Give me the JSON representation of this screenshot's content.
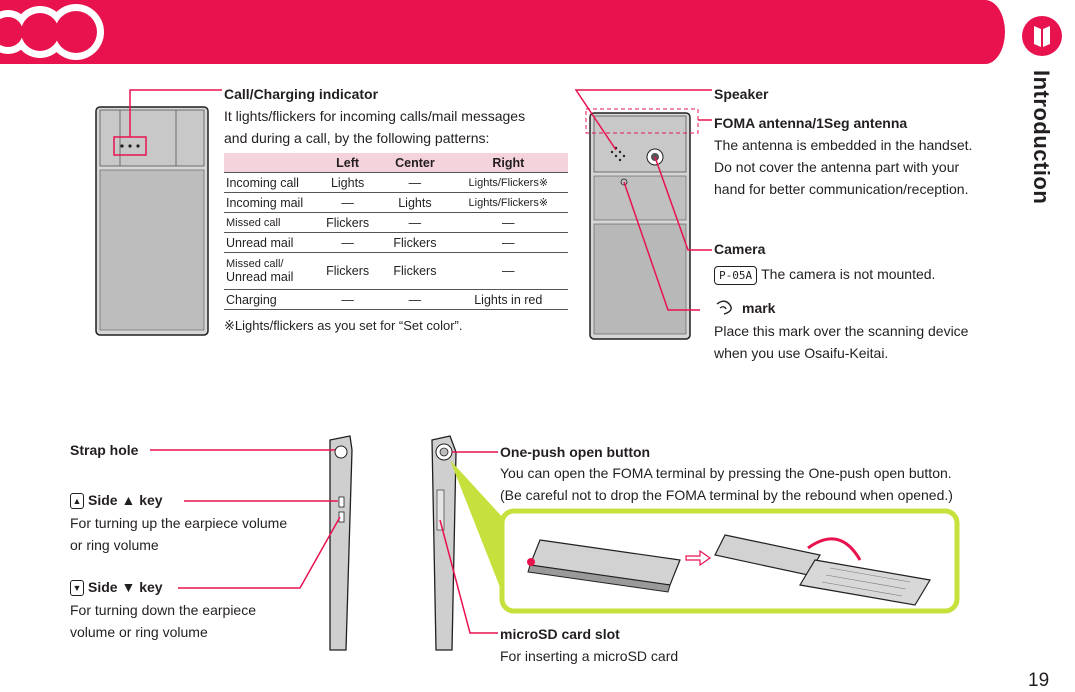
{
  "sidebar": {
    "section": "Introduction"
  },
  "page_number": "19",
  "call_indicator": {
    "title": "Call/Charging indicator",
    "desc_line1": "It lights/flickers for incoming calls/mail messages",
    "desc_line2": "and during a call, by the following patterns:",
    "table": {
      "headers": [
        "Left",
        "Center",
        "Right"
      ],
      "rows": [
        [
          "Incoming call",
          "Lights",
          "—",
          "Lights/Flickers※"
        ],
        [
          "Incoming mail",
          "—",
          "Lights",
          "Lights/Flickers※"
        ],
        [
          "Missed call",
          "Flickers",
          "—",
          "—"
        ],
        [
          "Unread mail",
          "—",
          "Flickers",
          "—"
        ],
        [
          "Missed call/",
          "Unread mail",
          "Flickers",
          "Flickers",
          "—"
        ],
        [
          "Charging",
          "—",
          "—",
          "Lights in red"
        ]
      ]
    },
    "footnote": "※Lights/flickers as you set  for “Set color”."
  },
  "speaker": {
    "title": "Speaker"
  },
  "antenna": {
    "title": "FOMA antenna/1Seg antenna",
    "lines": [
      "The antenna is embedded in the handset.",
      "Do not cover the antenna part with your",
      "hand for better communication/reception."
    ]
  },
  "camera": {
    "title": "Camera",
    "model": "P-05A",
    "desc": "The camera is not mounted."
  },
  "felica": {
    "title": "mark",
    "lines": [
      "Place this mark over the scanning device",
      "when you use Osaifu-Keitai."
    ]
  },
  "strap": {
    "title": "Strap hole"
  },
  "side_up": {
    "title": "Side ▲ key",
    "lines": [
      "For turning up the earpiece volume",
      "or ring volume"
    ]
  },
  "side_down": {
    "title": "Side ▼ key",
    "lines": [
      "For turning down the earpiece",
      "volume or ring volume"
    ]
  },
  "one_push": {
    "title": "One-push open button",
    "lines": [
      "You can open the FOMA terminal by pressing the One-push open button.",
      "(Be careful not to drop the FOMA terminal by the rebound when opened.)"
    ]
  },
  "microsd": {
    "title": "microSD card slot",
    "desc": "For inserting a microSD card"
  },
  "colors": {
    "header_band": "#e8124f",
    "highlight_frame": "#c6e03c",
    "callout_line": "#e8124f"
  }
}
